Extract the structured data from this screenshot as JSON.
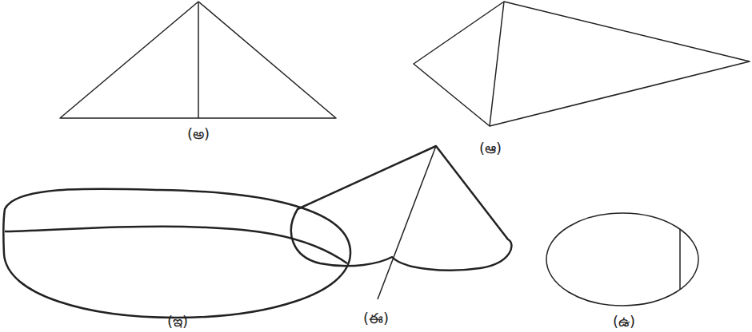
{
  "diagram": {
    "labels": [
      "(అ)",
      "(ఆ)",
      "(ఇ)",
      "(ఈ)",
      "(ఉ)"
    ]
  }
}
